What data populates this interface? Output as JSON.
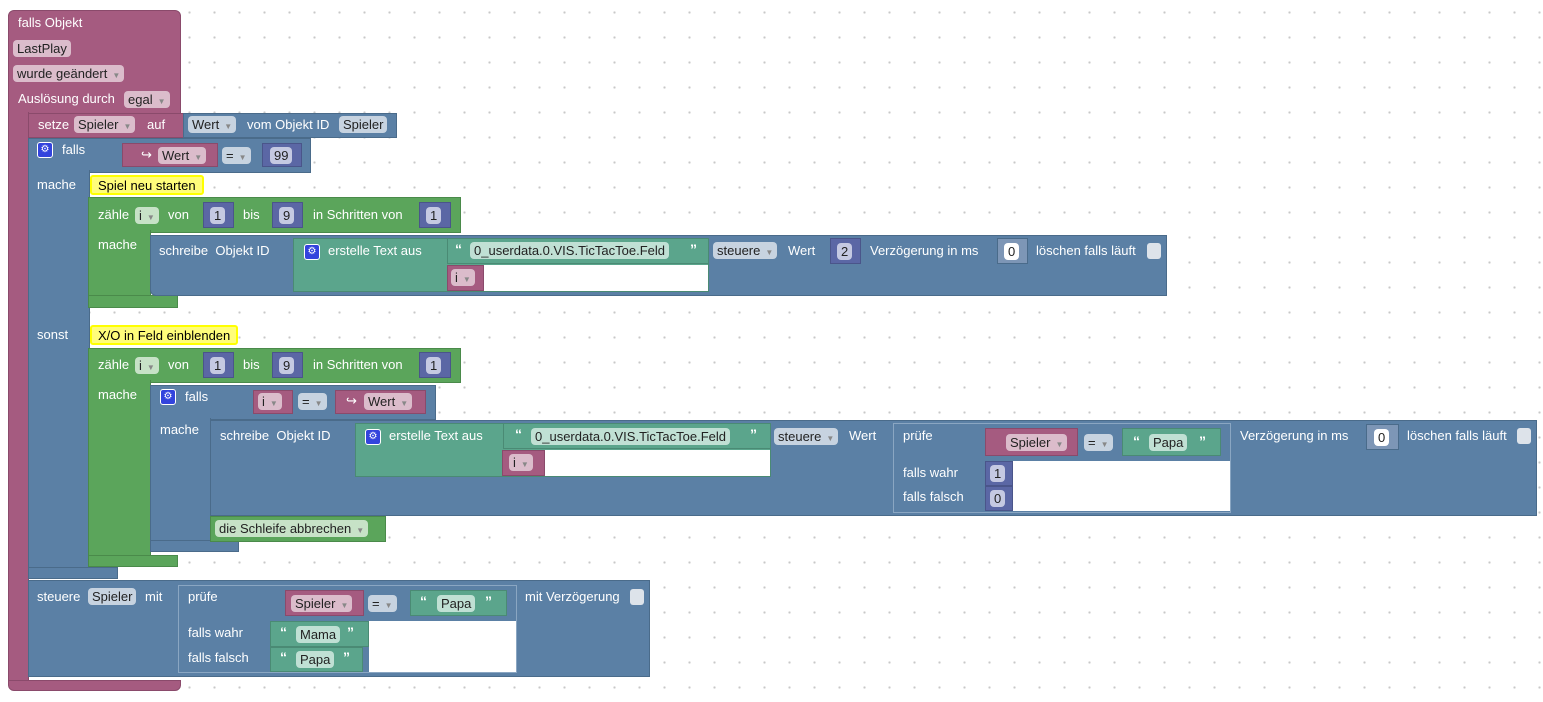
{
  "trigger": {
    "title": "falls Objekt",
    "object": "LastPlay",
    "event": "wurde geändert",
    "cause_label": "Auslösung durch",
    "cause": "egal"
  },
  "set": {
    "label": "setze",
    "var": "Spieler",
    "to": "auf",
    "attr": "Wert",
    "from": "vom Objekt ID",
    "obj": "Spieler"
  },
  "if1": {
    "label": "falls",
    "do": "mache",
    "else": "sonst",
    "var": "Wert",
    "op": "=",
    "value": "99",
    "arrow": "↪"
  },
  "comment1": "Spiel neu starten",
  "comment2": "X/O in Feld einblenden",
  "loop": {
    "count": "zähle",
    "var": "i",
    "from": "von",
    "from_val": "1",
    "to": "bis",
    "to_val": "9",
    "step": "in Schritten von",
    "step_val": "1",
    "do": "mache"
  },
  "write": {
    "label": "schreibe",
    "objid": "Objekt ID",
    "join": "erstelle Text aus",
    "prefix": "0_userdata.0.VIS.TicTacToe.Feld",
    "var": "i",
    "mode": "steuere",
    "value_label": "Wert",
    "value1": "2",
    "delay": "Verzögerung in ms",
    "delay_val": "0",
    "clear": "löschen falls läuft",
    "open_quote": "“",
    "close_quote": "”"
  },
  "if2": {
    "label": "falls",
    "do": "mache",
    "var": "i",
    "op": "=",
    "rhs": "Wert",
    "arrow": "↪"
  },
  "ternary": {
    "check": "prüfe",
    "var": "Spieler",
    "op": "=",
    "str": "Papa",
    "true": "falls wahr",
    "false": "falls falsch",
    "true_val": "1",
    "false_val": "0"
  },
  "break": "die Schleife abbrechen",
  "control": {
    "label": "steuere",
    "var": "Spieler",
    "with": "mit",
    "check": "prüfe",
    "str": "Papa",
    "true": "falls wahr",
    "false": "falls falsch",
    "true_val": "Mama",
    "false_val": "Papa",
    "delay": "mit Verzögerung"
  },
  "icons": {
    "gear": "⚙",
    "dropdown": "▾"
  }
}
